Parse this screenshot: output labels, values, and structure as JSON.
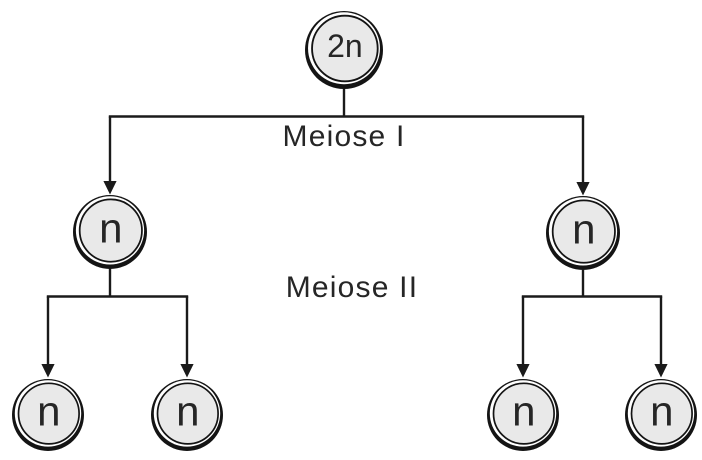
{
  "diagram": {
    "stages": {
      "stage1": "Meiose I",
      "stage2": "Meiose II"
    },
    "nodes": {
      "root": "2n",
      "m1_left": "n",
      "m1_right": "n",
      "m2_1": "n",
      "m2_2": "n",
      "m2_3": "n",
      "m2_4": "n"
    },
    "colors": {
      "background": "#ffffff",
      "cell_fill": "#e9e9e9",
      "cell_ring": "#141414",
      "cell_highlight": "#ffffff",
      "connector": "#1a1a1a",
      "text": "#262626"
    }
  }
}
